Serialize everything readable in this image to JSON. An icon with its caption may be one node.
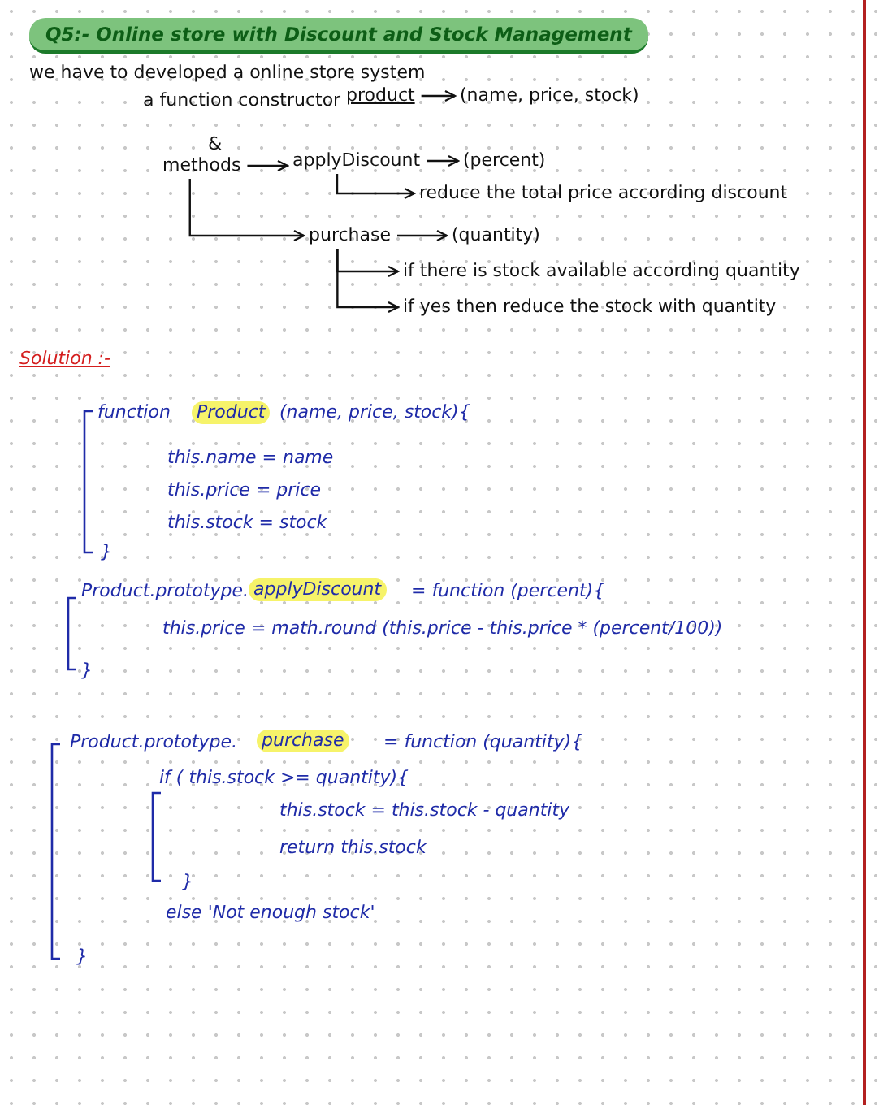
{
  "diagram": {
    "title": "Q5:- Online store with Discount and Stock Management",
    "nodes": [
      {
        "text": [
          "product"
        ]
      },
      {
        "text": [
          "(name, price, stock)"
        ]
      },
      {
        "text": [
          "methods"
        ]
      },
      {
        "text": [
          "applyDiscount"
        ]
      },
      {
        "text": [
          "(percent)"
        ]
      },
      {
        "text": [
          "reduce the total price according discount"
        ]
      },
      {
        "text": [
          "purchase"
        ]
      },
      {
        "text": [
          "(quantity)"
        ]
      },
      {
        "text": [
          "if there is stock available according quantity"
        ]
      },
      {
        "text": [
          "if yes then reduce the stock with quantity"
        ]
      }
    ],
    "edges": [
      {
        "from": 0,
        "to": 1,
        "arrow": "to"
      },
      {
        "from": 2,
        "to": 3,
        "arrow": "to"
      },
      {
        "from": 2,
        "to": 6,
        "arrow": "to"
      },
      {
        "from": 3,
        "to": 4,
        "arrow": "to"
      },
      {
        "from": 3,
        "to": 5,
        "arrow": "to"
      },
      {
        "from": 6,
        "to": 7,
        "arrow": "to"
      },
      {
        "from": 6,
        "to": 8,
        "arrow": "to"
      },
      {
        "from": 6,
        "to": 9,
        "arrow": "to"
      }
    ],
    "labels": [
      "we have to developed a online store system",
      "a function constructor",
      "&",
      "Solution :-",
      "function",
      "Product",
      "(name, price, stock){",
      "this.name = name",
      "this.price = price",
      "this.stock = stock",
      "}",
      "Product.prototype.",
      "applyDiscount",
      "= function (percent){",
      "this.price = math.round (this.price - this.price * (percent/100))",
      "}",
      "Product.prototype.",
      "purchase",
      "= function (quantity){",
      "if ( this.stock >= quantity){",
      "this.stock = this.stock - quantity",
      "return this.stock",
      "}",
      "else 'Not enough stock'",
      "}"
    ]
  }
}
